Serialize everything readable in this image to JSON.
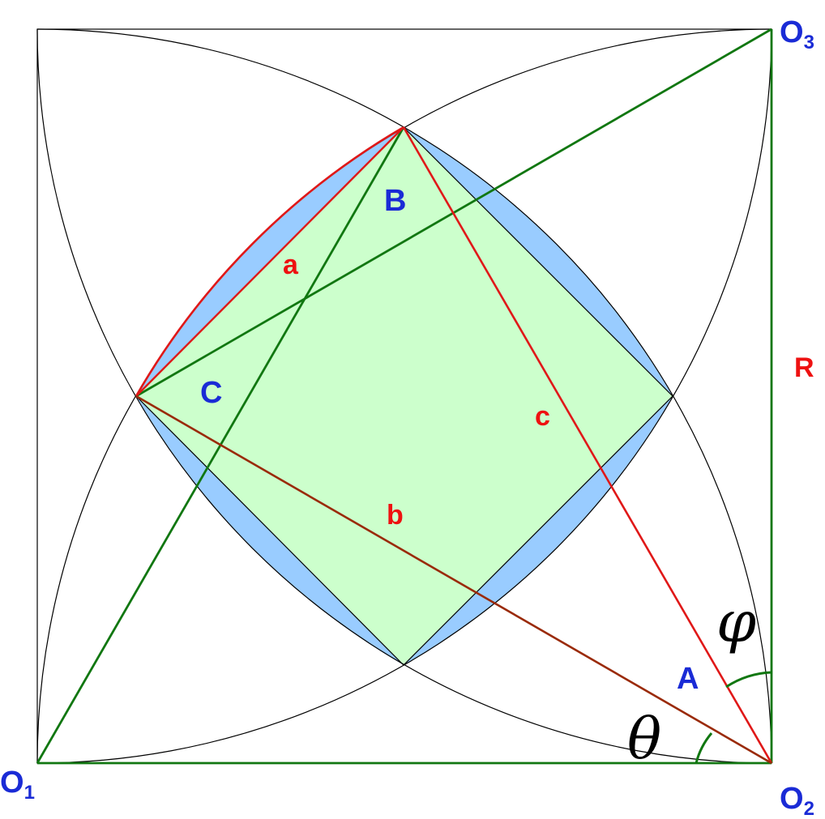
{
  "colors": {
    "point_label": "#1a2bd6",
    "side_label": "#ee1111",
    "green_line": "#117711",
    "red_line": "#e01818",
    "brown_line": "#9a2a08",
    "arc_line": "#000000",
    "square_fill": "#ccffcc",
    "lens_fill": "#99ccff"
  },
  "points": {
    "o1": {
      "main": "O",
      "sub": "1"
    },
    "o2": {
      "main": "O",
      "sub": "2"
    },
    "o3": {
      "main": "O",
      "sub": "3"
    },
    "a": "A",
    "b": "B",
    "c": "C"
  },
  "sides": {
    "a": "a",
    "b": "b",
    "c": "c",
    "r": "R"
  },
  "angles": {
    "theta": "θ",
    "phi": "φ"
  }
}
